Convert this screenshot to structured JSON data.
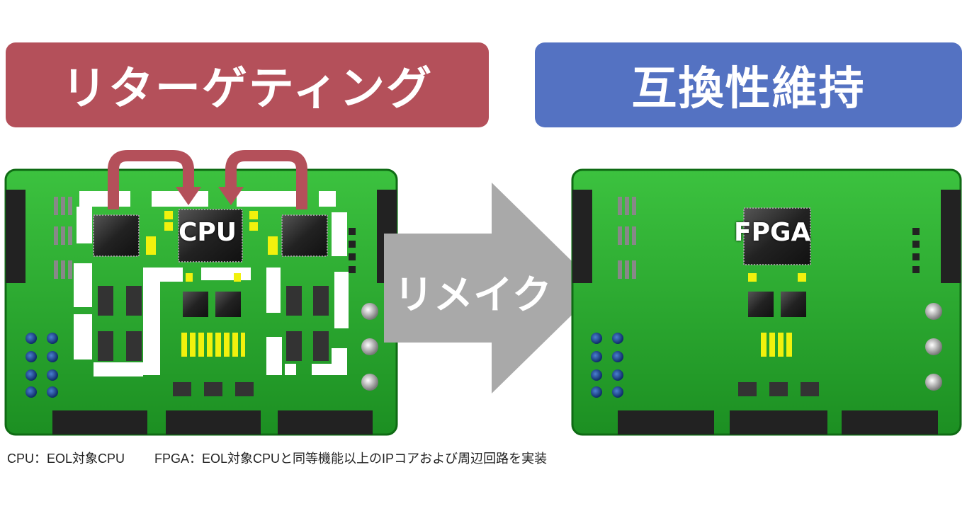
{
  "banners": {
    "left": "リターゲティング",
    "right": "互換性維持"
  },
  "arrow": {
    "label": "リメイク"
  },
  "boards": {
    "before": {
      "chip_label": "CPU"
    },
    "after": {
      "chip_label": "FPGA"
    }
  },
  "caption": {
    "cpu": "CPU：EOL対象CPU",
    "fpga": "FPGA：EOL対象CPUと同等機能以上のIPコアおよび周辺回路を実装"
  },
  "colors": {
    "banner_left": "#b4505a",
    "banner_right": "#5472c2",
    "board_green": "#22a22a",
    "arrow_gray": "#a9a9a9",
    "transfer_arrow": "#b4505a"
  }
}
